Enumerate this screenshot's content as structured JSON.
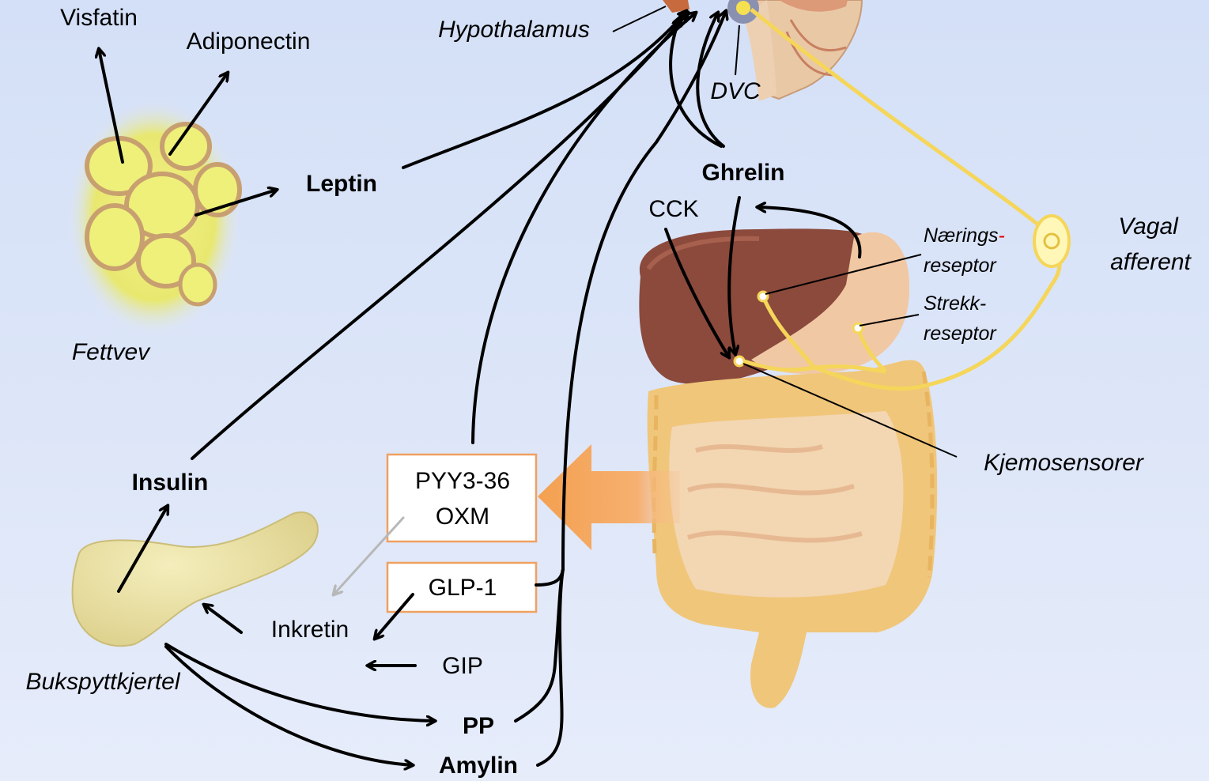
{
  "labels": {
    "visfatin": "Visfatin",
    "adiponectin": "Adiponectin",
    "hypothalamus": "Hypothalamus",
    "dvc": "DVC",
    "leptin": "Leptin",
    "ghrelin": "Ghrelin",
    "cck": "CCK",
    "naerings_1": "Nærings",
    "naerings_dash": "-",
    "naerings_2": "reseptor",
    "vagal_1": "Vagal",
    "vagal_2": "afferent",
    "strekk_1": "Strekk-",
    "strekk_2": "reseptor",
    "fettvev": "Fettvev",
    "kjemosensorer": "Kjemosensorer",
    "insulin": "Insulin",
    "pyy": "PYY3-36",
    "oxm": "OXM",
    "glp1": "GLP-1",
    "inkretin": "Inkretin",
    "gip": "GIP",
    "bukspyttkjertel": "Bukspyttkjertel",
    "pp": "PP",
    "amylin": "Amylin"
  },
  "colors": {
    "arrow": "#000000",
    "box_border": "#f0a060",
    "big_arrow": "#f4a050",
    "nerve": "#f7d84a",
    "dash_red": "#e00000",
    "faded_arrow": "#b8b8b8"
  },
  "icons": {
    "adipose": "adipose-tissue-illustration",
    "brain": "brain-section-illustration",
    "liver": "liver-illustration",
    "stomach": "stomach-illustration",
    "intestine": "intestine-illustration",
    "pancreas": "pancreas-illustration"
  }
}
